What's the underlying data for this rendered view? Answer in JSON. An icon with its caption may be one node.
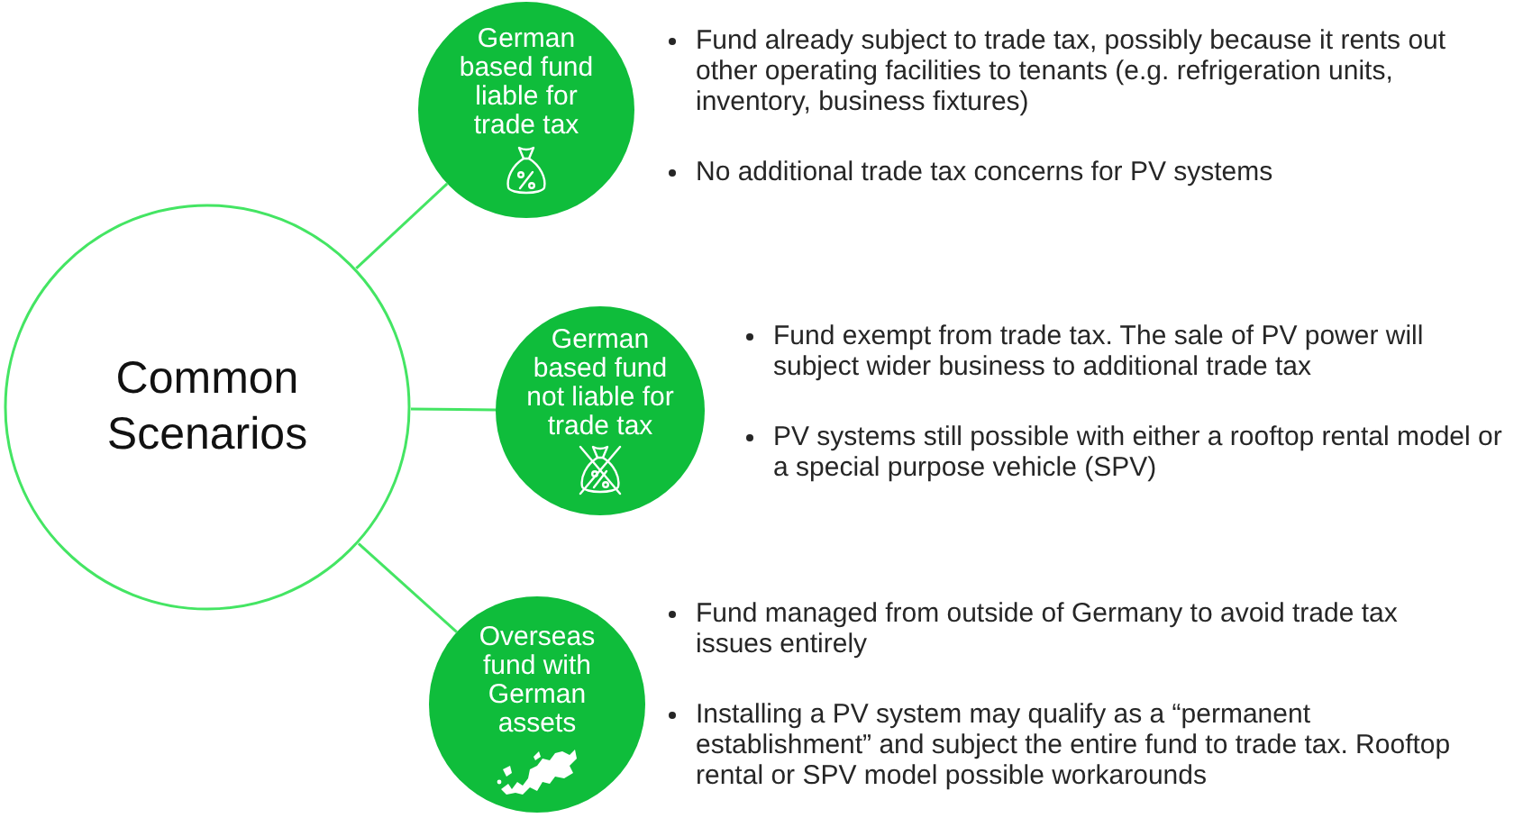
{
  "diagram": {
    "nodes": [
      {
        "text": [
          "Common Scenarios"
        ]
      },
      {
        "text": [
          "German based fund liable for trade tax"
        ],
        "beside": [
          "Fund already subject to trade tax, possibly because it rents out other operating facilities to tenants (e.g. refrigeration units, inventory, business fixtures)",
          "No additional trade tax concerns for PV systems"
        ]
      },
      {
        "text": [
          "German based fund not liable for trade tax"
        ],
        "beside": [
          "Fund exempt from trade tax. The sale of PV power will subject wider business to additional trade tax",
          "PV systems still possible with either a rooftop rental model or a special purpose vehicle (SPV)"
        ]
      },
      {
        "text": [
          "Overseas fund with German assets"
        ],
        "beside": [
          "Fund managed from outside of Germany to avoid trade tax issues entirely",
          "Installing a PV system may qualify as a “permanent establishment” and subject the entire fund to trade tax. Rooftop rental or SPV model possible workarounds"
        ]
      }
    ],
    "edges": [
      {
        "from": 0,
        "to": 1,
        "arrow": "none"
      },
      {
        "from": 0,
        "to": 2,
        "arrow": "none"
      },
      {
        "from": 0,
        "to": 3,
        "arrow": "none"
      }
    ]
  }
}
